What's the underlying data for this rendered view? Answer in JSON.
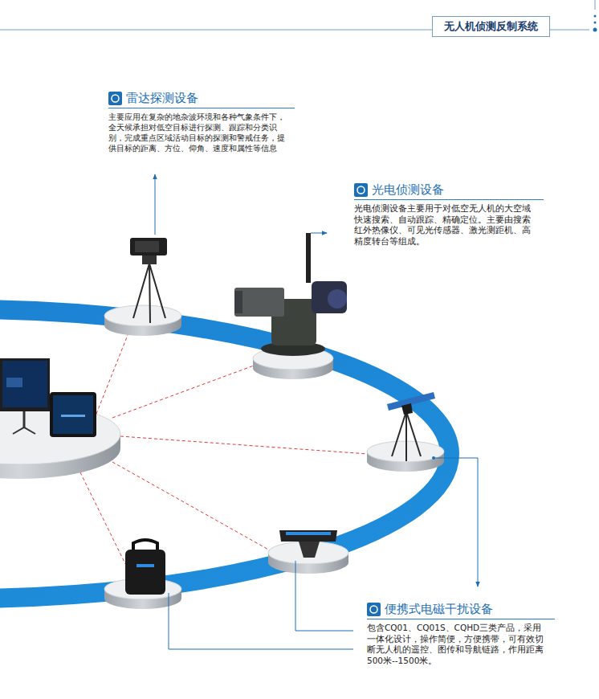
{
  "diagram": {
    "title": "无人机侦测反制系统",
    "nodes": [
      {
        "text": [
          "雷达探测设备",
          "主要应用在复杂的地杂波环境和各种气象条件下，全天候承担对低空目标进行探测、跟踪和分类识别，完成重点区域活动目标的探测和警戒任务，提供目标的距离、方位、仰角、速度和属性等信息"
        ]
      },
      {
        "text": [
          "光电侦测设备",
          "光电侦测设备主要用于对低空无人机的大空域快速搜索、自动跟踪、精确定位。主要由搜索红外热像仪、可见光传感器、激光测距机、高精度转台等组成。"
        ]
      },
      {
        "text": [
          "便携式电磁干扰设备",
          "包含CQ01、CQ01S、CQHD三类产品，采用一体化设计，操作简便，方便携带，可有效切断无人机的遥控、图传和导航链路，作用距离500米--1500米。"
        ]
      }
    ]
  }
}
